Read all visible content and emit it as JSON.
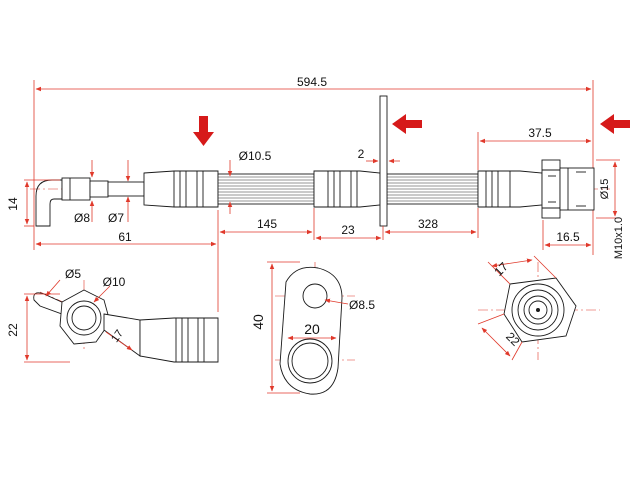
{
  "colors": {
    "dimension": "#e0392b",
    "arrow": "#d61a1a",
    "line": "#1a1a1a",
    "background": "#ffffff"
  },
  "icons": {
    "arrow_down": "red-arrow-down-icon",
    "arrow_left": "red-arrow-left-icon"
  },
  "dimensions": {
    "overall_length": "594.5",
    "left_fitting_height": "14",
    "left_dia_8": "Ø8",
    "left_dia_7": "Ø7",
    "left_length_61": "61",
    "hose_dia": "Ø10.5",
    "hose_length_145": "145",
    "crimp_length_23": "23",
    "bracket_thickness": "2",
    "hose_length_328": "328",
    "right_length_37_5": "37.5",
    "right_dia_15": "Ø15",
    "thread_spec": "M10x1.0",
    "right_length_16_5": "16.5",
    "banjo_dia_5": "Ø5",
    "banjo_dia_10": "Ø10",
    "banjo_height_22": "22",
    "banjo_hex_17": "17",
    "bracket_height_40": "40",
    "bracket_width_20": "20",
    "bracket_hole_8_5": "Ø8.5",
    "hex_across_17": "17",
    "hex_across_22": "22"
  }
}
